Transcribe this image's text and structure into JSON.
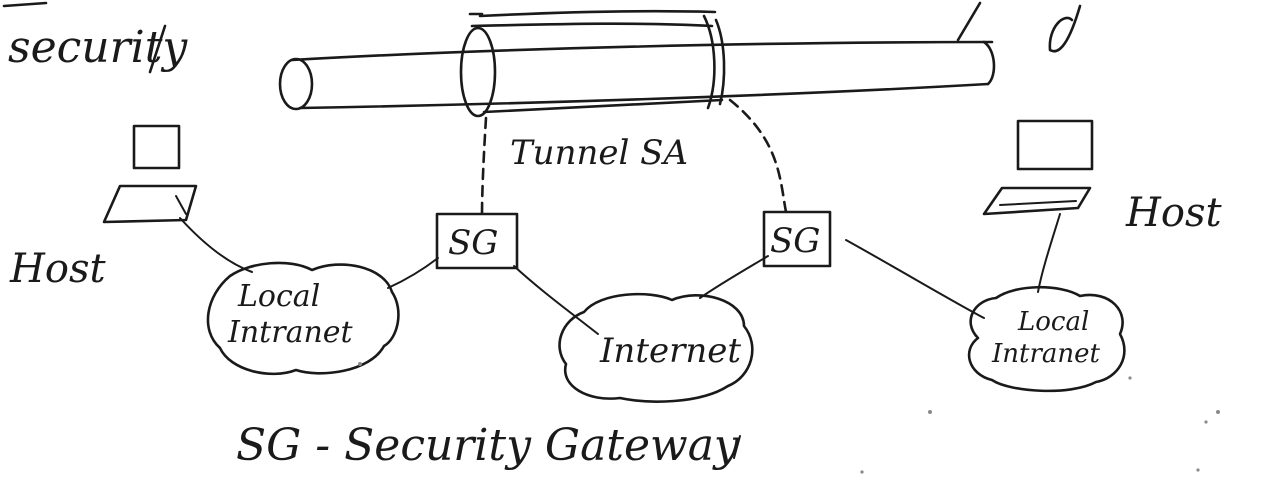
{
  "heading": {
    "left_fragment": "security"
  },
  "tunnel": {
    "label": "Tunnel SA"
  },
  "hosts": {
    "left_label": "Host",
    "right_label": "Host"
  },
  "gateways": {
    "left_label": "SG",
    "right_label": "SG"
  },
  "clouds": {
    "left": {
      "line1": "Local",
      "line2": "Intranet"
    },
    "center": {
      "line1": "Internet"
    },
    "right": {
      "line1": "Local",
      "line2": "Intranet"
    }
  },
  "legend": {
    "text": "SG - Security Gateway"
  }
}
